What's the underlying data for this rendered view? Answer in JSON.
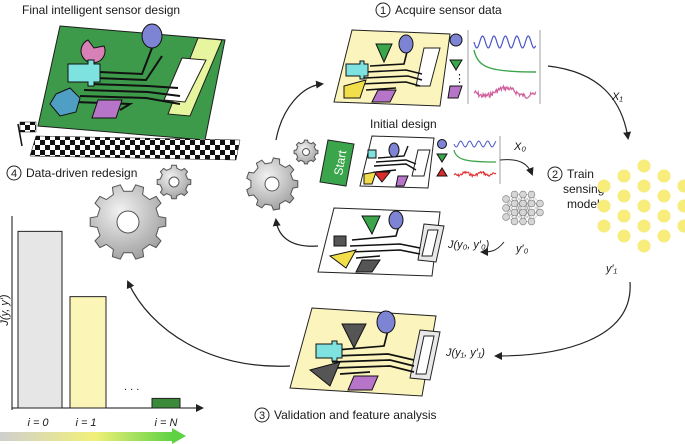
{
  "titles": {
    "final_design": "Final intelligent sensor design",
    "initial_design": "Initial design",
    "start": "Start"
  },
  "steps": {
    "s1": {
      "num": "1",
      "label": "Acquire sensor data"
    },
    "s2": {
      "num": "2",
      "label_line1": "Train",
      "label_line2": "sensing",
      "label_line3": "model"
    },
    "s3": {
      "num": "3",
      "label": "Validation and feature analysis"
    },
    "s4": {
      "num": "4",
      "label": "Data-driven redesign"
    }
  },
  "symbols": {
    "x1": "X₁",
    "x0": "X₀",
    "y0p": "y′₀",
    "y1p": "y′₁",
    "j0": "J(y₀, y′₀)",
    "j1": "J(y₁, y′₁)"
  },
  "chart_data": {
    "type": "bar",
    "ylabel": "J(y, y′)",
    "categories": [
      "i = 0",
      "i = 1",
      "i = N"
    ],
    "values": [
      0.92,
      0.58,
      0.05
    ],
    "ylim": [
      0,
      1
    ],
    "ellipsis": ". . .",
    "colors": [
      "#e6e6e6",
      "#fbf5b8",
      "#3a8a3a"
    ]
  },
  "colors": {
    "board_green": "#3d9a4a",
    "board_yellow": "#fbf5bd",
    "accent_green": "#3aa54a",
    "pink": "#d881b6",
    "cyan": "#7ee3e0",
    "blue_violet": "#7e84d4",
    "purple": "#b675c9",
    "yellow": "#f2de4a",
    "red": "#dd2a2a",
    "nn_node": "#f8ec7a",
    "gear": "#bdbdbd"
  }
}
